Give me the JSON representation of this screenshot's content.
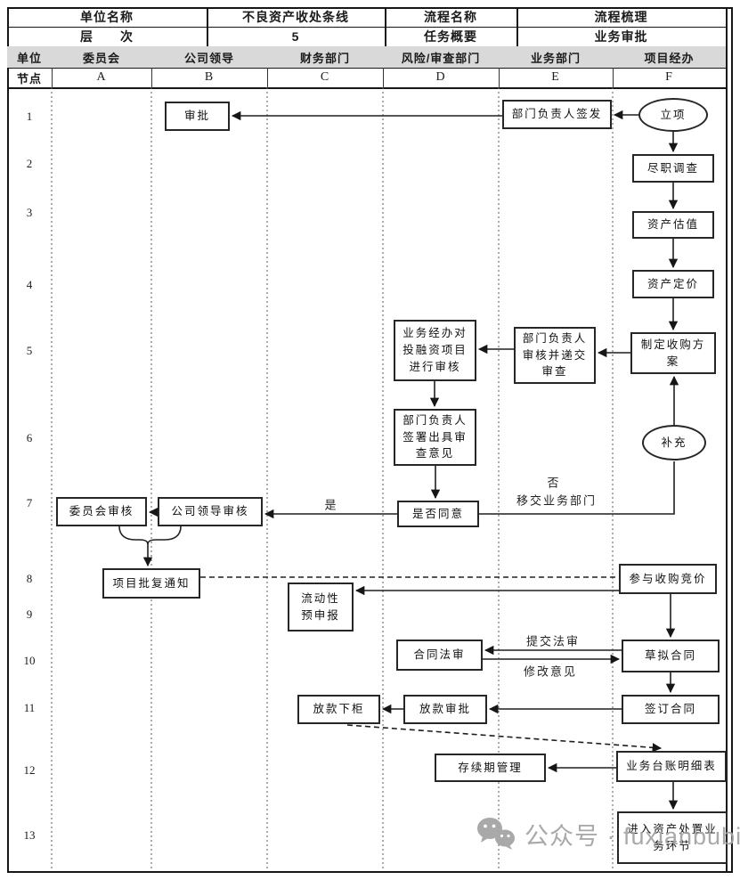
{
  "header": {
    "rows": [
      {
        "cells": [
          {
            "label": "单位名称"
          },
          {
            "label": "不良资产收处条线"
          },
          {
            "label": "流程名称"
          },
          {
            "label": "流程梳理"
          }
        ]
      },
      {
        "cells": [
          {
            "label": "层　　次"
          },
          {
            "label": "5"
          },
          {
            "label": "任务概要"
          },
          {
            "label": "业务审批"
          }
        ]
      }
    ],
    "unit_row": {
      "label": "单位",
      "columns": [
        "委员会",
        "公司领导",
        "财务部门",
        "风险/审查部门",
        "业务部门",
        "项目经办"
      ]
    },
    "node_row": {
      "label": "节点",
      "columns": [
        "A",
        "B",
        "C",
        "D",
        "E",
        "F"
      ]
    }
  },
  "row_numbers": [
    "1",
    "2",
    "3",
    "4",
    "5",
    "6",
    "7",
    "8",
    "9",
    "10",
    "11",
    "12",
    "13"
  ],
  "nodes": {
    "approve": "审批",
    "dept_head_sign": "部门负责人签发",
    "project_init": "立项",
    "due_diligence": "尽职调查",
    "asset_valuation": "资产估值",
    "asset_pricing": "资产定价",
    "acq_plan": "制定收购方\n案",
    "dept_head_review_submit": "部门负责人\n审核并递交\n审查",
    "handler_review": "业务经办对\n投融资项目\n进行审核",
    "dept_head_opinion": "部门负责人\n签署出具审\n查意见",
    "supplement": "补充",
    "agree_or_not": "是否同意",
    "leader_review": "公司领导审核",
    "committee_review": "委员会审核",
    "approval_notice": "项目批复通知",
    "bid_acquisition": "参与收购竞价",
    "liquidity_filing": "流动性\n预申报",
    "contract_legal_review": "合同法审",
    "draft_contract": "草拟合同",
    "loan_release": "放款下柜",
    "loan_approval": "放款审批",
    "sign_contract": "签订合同",
    "duration_mgmt": "存续期管理",
    "ledger_detail": "业务台账明细表",
    "asset_disposal": "进入资产处置业\n务环节"
  },
  "edge_labels": {
    "yes": "是",
    "no": "否",
    "transfer": "移交业务部门",
    "submit_legal": "提交法审",
    "revise": "修改意见"
  },
  "watermark": {
    "icon": "wechat-icon",
    "text": "公众号 · fuxianbubin"
  },
  "colors": {
    "header_bg": "#d9d9d9",
    "line": "#1b1b1b",
    "watermark": "#a5a5a5"
  }
}
